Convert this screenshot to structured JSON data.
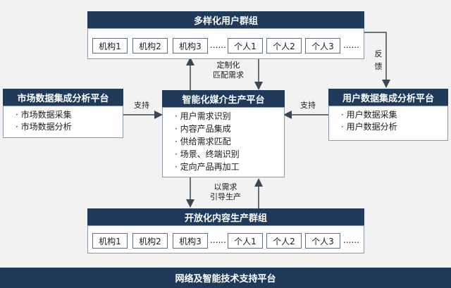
{
  "top_group": {
    "title": "多样化用户群组",
    "cells": [
      "机构1",
      "机构2",
      "机构3",
      "......",
      "个人1",
      "个人2",
      "个人3",
      "......"
    ]
  },
  "bottom_group": {
    "title": "开放化内容生产群组",
    "cells": [
      "机构1",
      "机构2",
      "机构3",
      "......",
      "个人1",
      "个人2",
      "个人3",
      "......"
    ]
  },
  "center": {
    "title": "智能化媒介生产平台",
    "items": [
      "用户需求识别",
      "内容产品集成",
      "供给需求匹配",
      "场景、终端识别",
      "定向产品再加工"
    ]
  },
  "left": {
    "title": "市场数据集成分析平台",
    "items": [
      "市场数据采集",
      "市场数据分析"
    ]
  },
  "right": {
    "title": "用户数据集成分析平台",
    "items": [
      "用户数据采集",
      "用户数据分析"
    ]
  },
  "footer": {
    "title": "网络及智能技术支持平台"
  },
  "labels": {
    "feedback_1": "反",
    "feedback_2": "馈",
    "custom_1": "定制化",
    "custom_2": "匹配需求",
    "support_left": "支持",
    "support_right": "支持",
    "guide_1": "以需求",
    "guide_2": "引导生产"
  },
  "colors": {
    "header": "#1f3a5b",
    "arrow": "#3a4756"
  }
}
